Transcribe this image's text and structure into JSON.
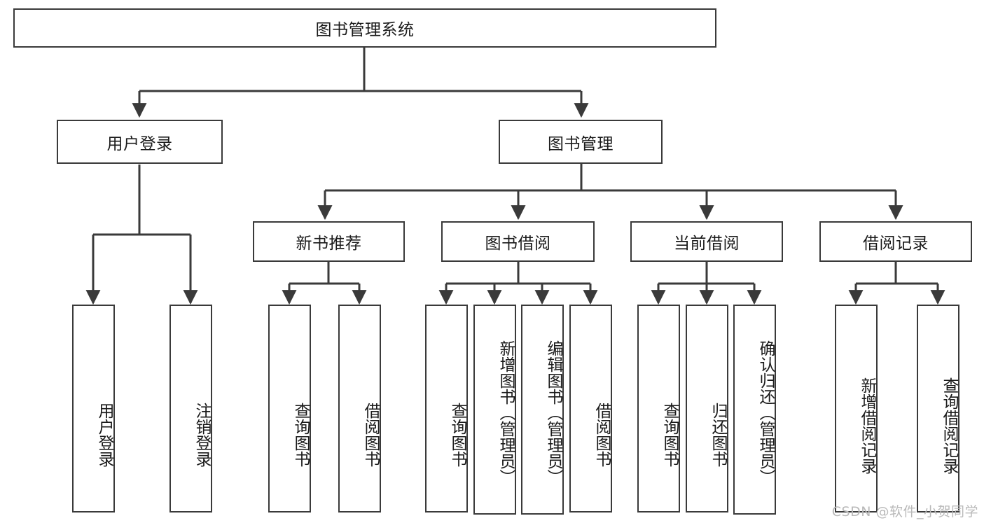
{
  "diagram": {
    "title": "图书管理系统",
    "root": {
      "id": "root",
      "label": "图书管理系统"
    },
    "level1": [
      {
        "id": "user-login",
        "label": "用户登录"
      },
      {
        "id": "book-manage",
        "label": "图书管理"
      }
    ],
    "level2": [
      {
        "id": "new-book-recommend",
        "label": "新书推荐",
        "parent": "book-manage"
      },
      {
        "id": "book-borrow",
        "label": "图书借阅",
        "parent": "book-manage"
      },
      {
        "id": "current-borrow",
        "label": "当前借阅",
        "parent": "book-manage"
      },
      {
        "id": "borrow-record",
        "label": "借阅记录",
        "parent": "book-manage"
      }
    ],
    "leaves": {
      "user_login": [
        {
          "id": "leaf-user-login",
          "label": "用户登录"
        },
        {
          "id": "leaf-logout-login",
          "label": "注销登录"
        }
      ],
      "new_book_recommend": [
        {
          "id": "leaf-query-book-1",
          "label": "查询图书"
        },
        {
          "id": "leaf-borrow-book-1",
          "label": "借阅图书"
        }
      ],
      "book_borrow": [
        {
          "id": "leaf-query-book-2",
          "label": "查询图书"
        },
        {
          "id": "leaf-add-book",
          "label": "新增图书（管理员）"
        },
        {
          "id": "leaf-edit-book",
          "label": "编辑图书（管理员）"
        },
        {
          "id": "leaf-borrow-book-2",
          "label": "借阅图书"
        }
      ],
      "current_borrow": [
        {
          "id": "leaf-query-book-3",
          "label": "查询图书"
        },
        {
          "id": "leaf-return-book",
          "label": "归还图书"
        },
        {
          "id": "leaf-confirm-return",
          "label": "确认归还（管理员）"
        }
      ],
      "borrow_record": [
        {
          "id": "leaf-add-record",
          "label": "新增借阅记录"
        },
        {
          "id": "leaf-query-record",
          "label": "查询借阅记录"
        }
      ]
    },
    "watermark": "CSDN @软件_小贺同学",
    "colors": {
      "border": "#3a3a3a",
      "text": "#1a1a1a",
      "background": "#ffffff",
      "watermark": "#b9b9b9"
    }
  }
}
